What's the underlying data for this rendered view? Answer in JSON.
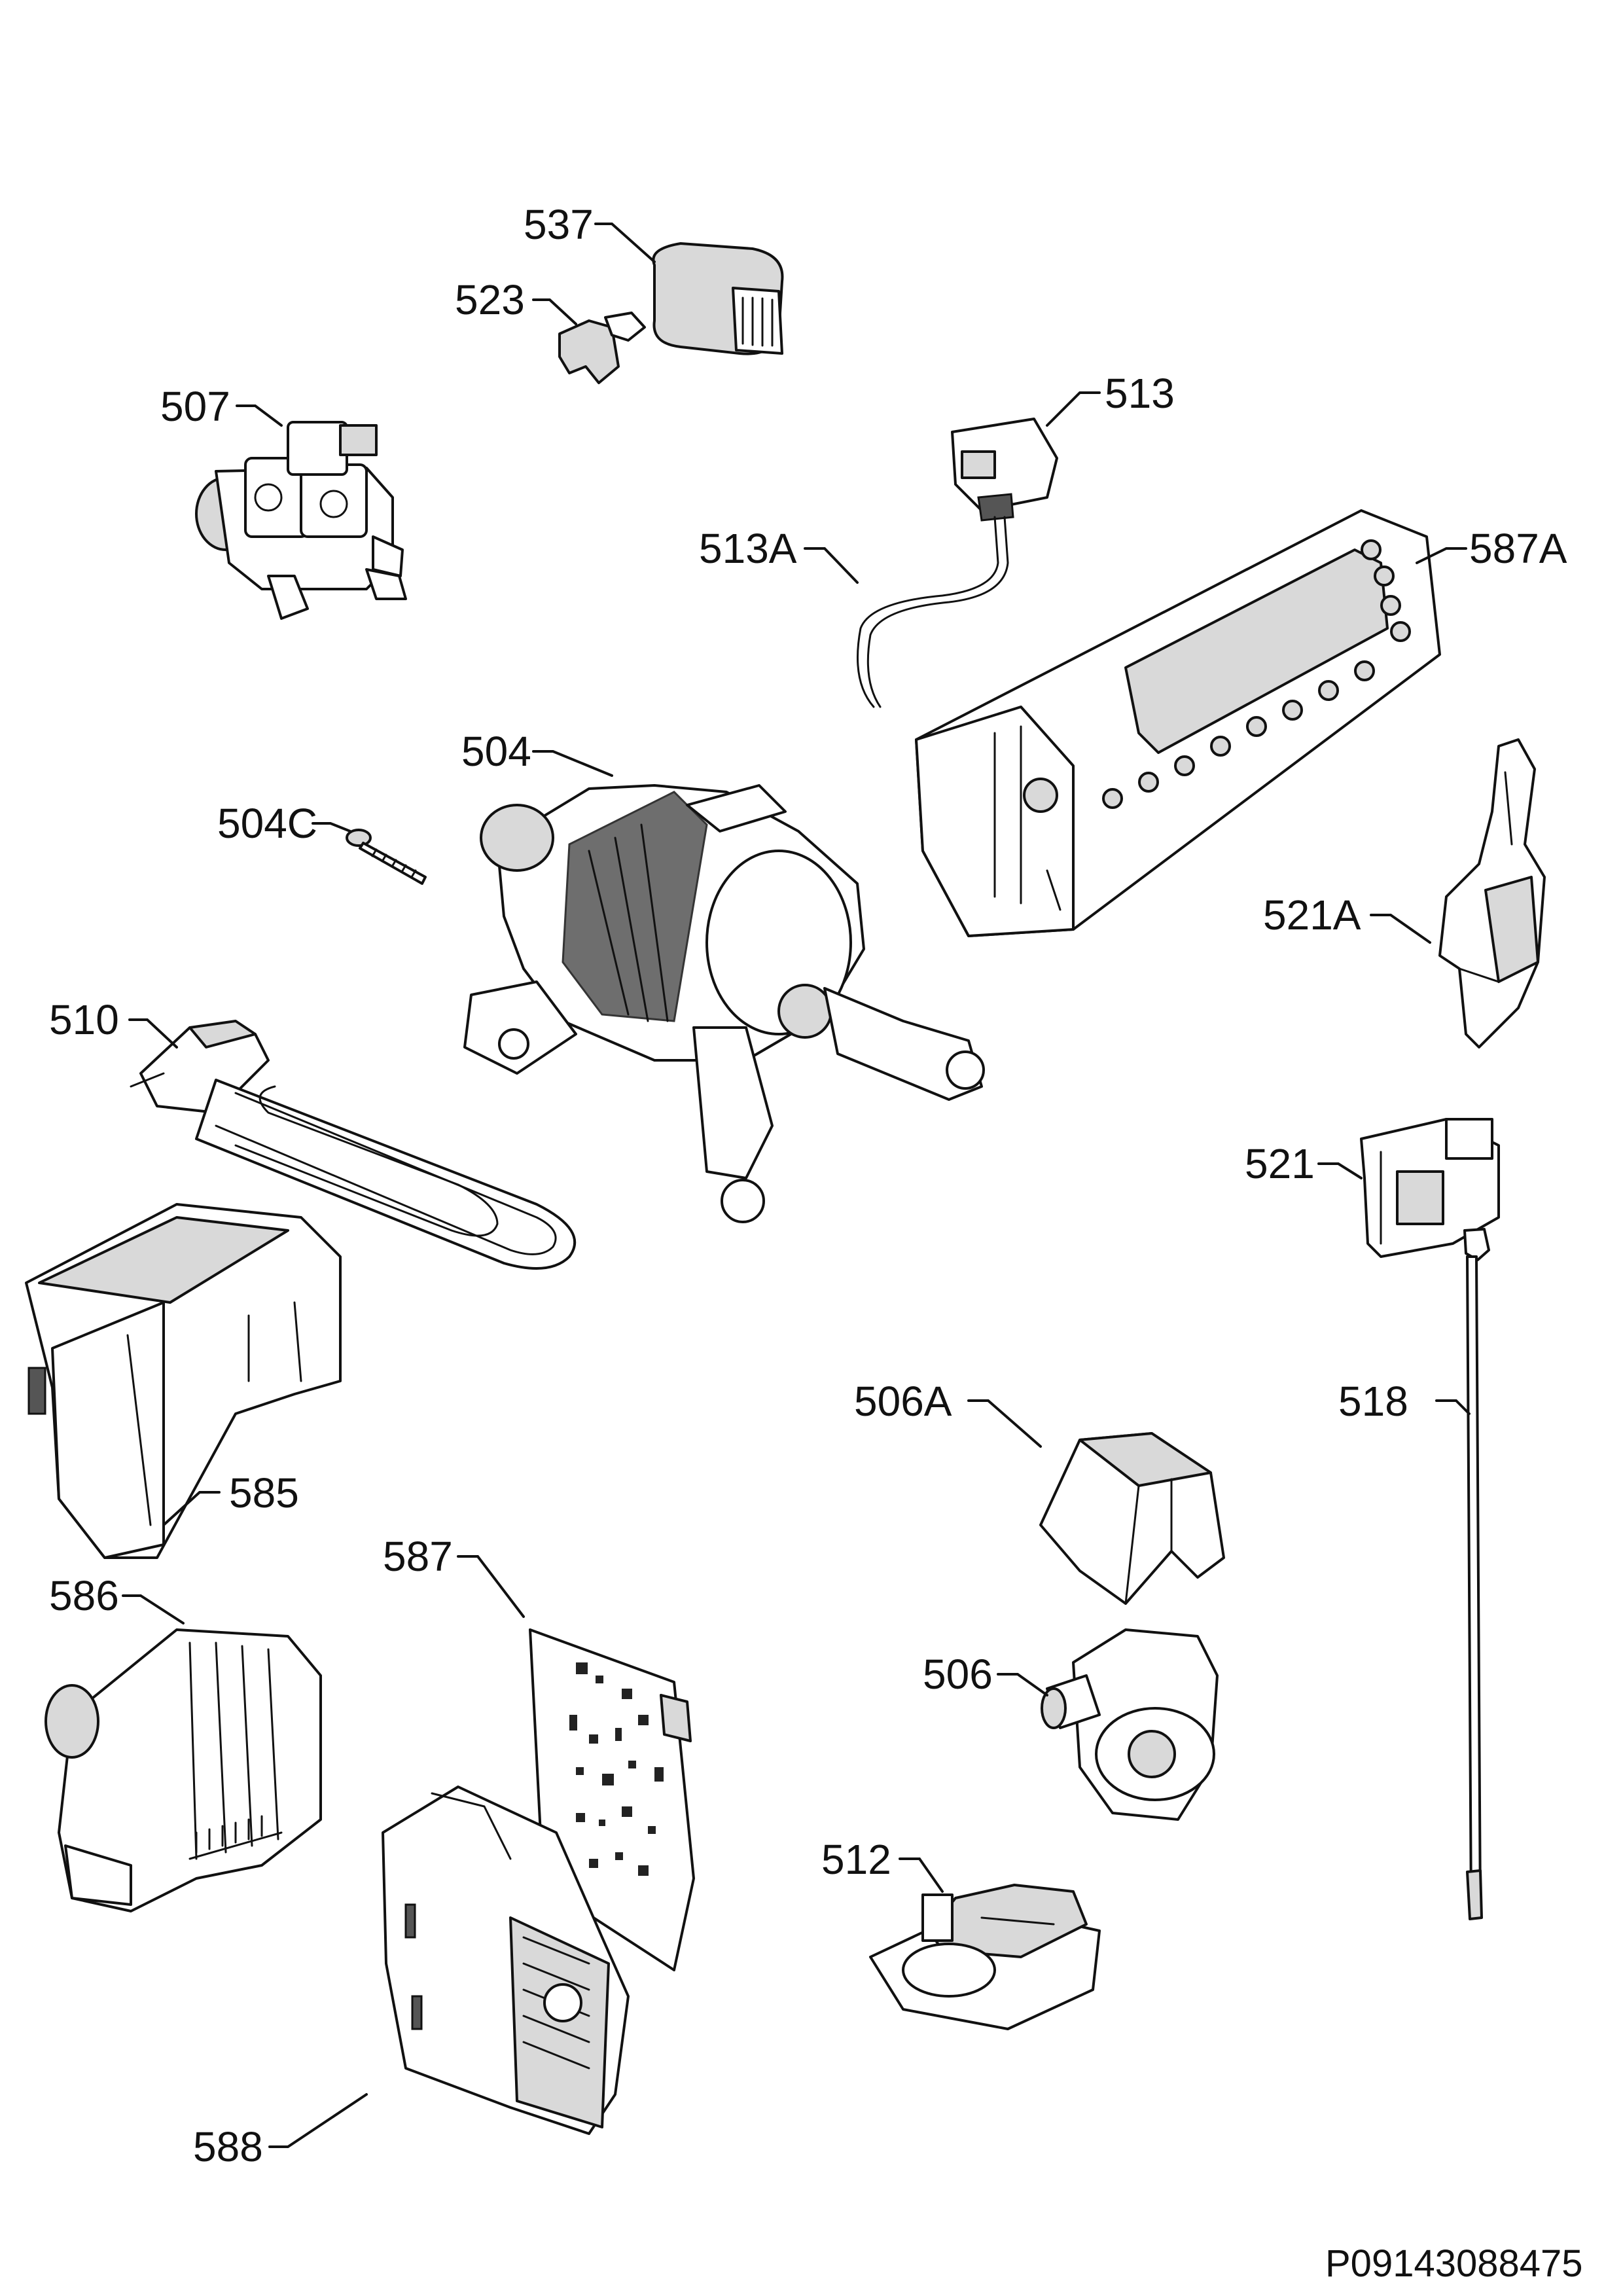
{
  "labels": {
    "p537": "537",
    "p523": "523",
    "p507": "507",
    "p513": "513",
    "p513a": "513A",
    "p587a": "587A",
    "p504": "504",
    "p504c": "504C",
    "p521a": "521A",
    "p510": "510",
    "p521": "521",
    "p518": "518",
    "p506a": "506A",
    "p585": "585",
    "p587": "587",
    "p586": "586",
    "p506": "506",
    "p512": "512",
    "p588": "588"
  },
  "document_id": "P09143088475"
}
